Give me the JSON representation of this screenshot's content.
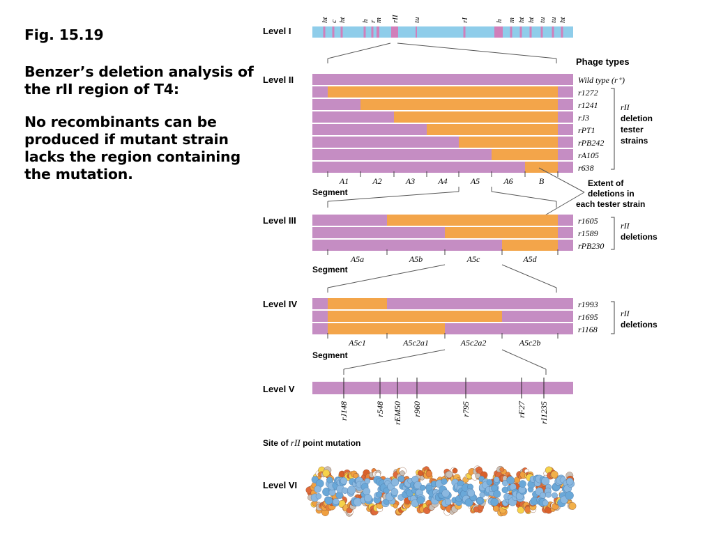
{
  "caption": {
    "title": "Fig. 15.19",
    "para1": "Benzer’s deletion analysis of the rII region of T4:",
    "para2": "No recombinants can be produced if mutant strain lacks the region containing the mutation."
  },
  "colors": {
    "wildtype": "#c58dc3",
    "deletion": "#f3a54a",
    "chromosome": "#8fcdea",
    "marker": "#d07fba"
  },
  "level1": {
    "label": "Level I",
    "markers": [
      "ht",
      "c",
      "ht",
      "h",
      "r",
      "m",
      "rII",
      "tu",
      "rI",
      "h",
      "m",
      "ht",
      "ht",
      "tu",
      "tu",
      "ht"
    ]
  },
  "level2": {
    "label": "Level II",
    "header": "Phage types",
    "strains": [
      {
        "name": "Wild type (r⁺)",
        "deletion_from": null
      },
      {
        "name": "r1272",
        "deletion_from": "A1"
      },
      {
        "name": "r1241",
        "deletion_from": "A2"
      },
      {
        "name": "rJ3",
        "deletion_from": "A3"
      },
      {
        "name": "rPT1",
        "deletion_from": "A4"
      },
      {
        "name": "rPB242",
        "deletion_from": "A5"
      },
      {
        "name": "rA105",
        "deletion_from": "A6"
      },
      {
        "name": "r638",
        "deletion_from": "B"
      }
    ],
    "segments": [
      "A1",
      "A2",
      "A3",
      "A4",
      "A5",
      "A6",
      "B"
    ],
    "segment_label": "Segment",
    "bracket_label": [
      "rII",
      "deletion",
      "tester",
      "strains"
    ]
  },
  "extent_note": [
    "Extent of",
    "deletions in",
    "each tester strain"
  ],
  "level3": {
    "label": "Level III",
    "strains": [
      "r1605",
      "r1589",
      "rPB230"
    ],
    "segments": [
      "A5a",
      "A5b",
      "A5c",
      "A5d"
    ],
    "segment_label": "Segment",
    "bracket_label": [
      "rII",
      "deletions"
    ]
  },
  "level4": {
    "label": "Level IV",
    "strains": [
      "r1993",
      "r1695",
      "r1168"
    ],
    "segments": [
      "A5c1",
      "A5c2a1",
      "A5c2a2",
      "A5c2b"
    ],
    "segment_label": "Segment",
    "bracket_label": [
      "rII",
      "deletions"
    ]
  },
  "level5": {
    "label": "Level V",
    "mutations": [
      "rJ148",
      "r548",
      "rEM50",
      "r960",
      "r795",
      "rF27",
      "rI1235"
    ],
    "site_label_prefix": "Site of ",
    "site_label_gene": "rII",
    "site_label_suffix": " point mutation"
  },
  "level6": {
    "label": "Level VI"
  }
}
